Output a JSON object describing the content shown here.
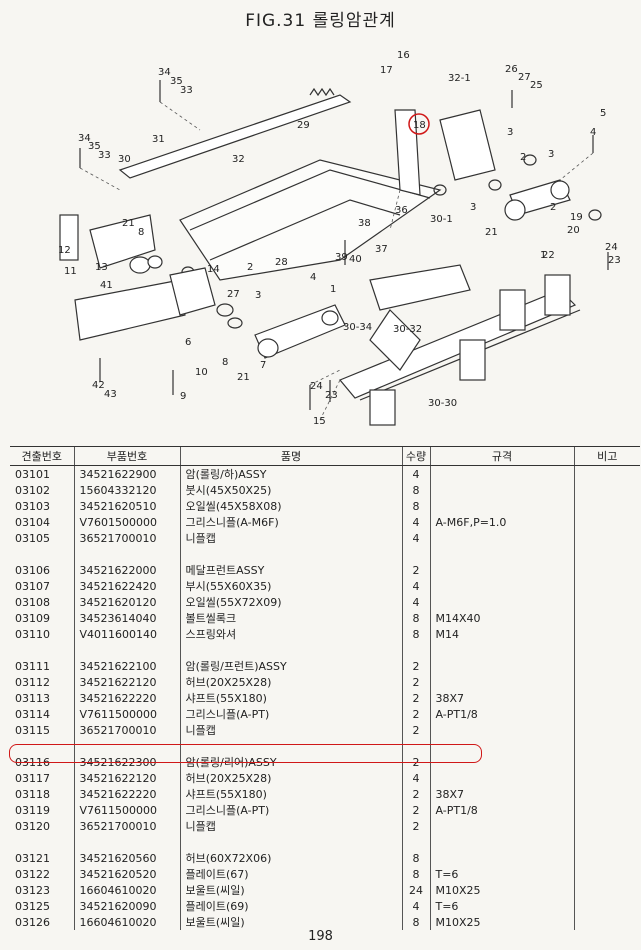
{
  "figure_title": "FIG.31 롤링암관계",
  "page_number": "198",
  "headers": [
    "견출번호",
    "부품번호",
    "품명",
    "수량",
    "규격",
    "비고"
  ],
  "rows": [
    {
      "no": "03101",
      "part": "34521622900",
      "name": "암(롤링/하)ASSY",
      "qty": "4",
      "spec": ""
    },
    {
      "no": "03102",
      "part": "15604332120",
      "name": "붓시(45X50X25)",
      "qty": "8",
      "spec": ""
    },
    {
      "no": "03103",
      "part": "34521620510",
      "name": "오일씰(45X58X08)",
      "qty": "8",
      "spec": ""
    },
    {
      "no": "03104",
      "part": "V7601500000",
      "name": "그리스니플(A-M6F)",
      "qty": "4",
      "spec": "A-M6F,P=1.0"
    },
    {
      "no": "03105",
      "part": "36521700010",
      "name": "니플캡",
      "qty": "4",
      "spec": ""
    },
    {
      "gap": true
    },
    {
      "no": "03106",
      "part": "34521622000",
      "name": "메달프런트ASSY",
      "qty": "2",
      "spec": ""
    },
    {
      "no": "03107",
      "part": "34521622420",
      "name": "부시(55X60X35)",
      "qty": "4",
      "spec": ""
    },
    {
      "no": "03108",
      "part": "34521620120",
      "name": "오일씰(55X72X09)",
      "qty": "4",
      "spec": ""
    },
    {
      "no": "03109",
      "part": "34523614040",
      "name": "볼트씰록크",
      "qty": "8",
      "spec": "M14X40"
    },
    {
      "no": "03110",
      "part": "V4011600140",
      "name": "스프링와셔",
      "qty": "8",
      "spec": "M14"
    },
    {
      "gap": true
    },
    {
      "no": "03111",
      "part": "34521622100",
      "name": "암(롤링/프런트)ASSY",
      "qty": "2",
      "spec": ""
    },
    {
      "no": "03112",
      "part": "34521622120",
      "name": "허브(20X25X28)",
      "qty": "2",
      "spec": ""
    },
    {
      "no": "03113",
      "part": "34521622220",
      "name": "샤프트(55X180)",
      "qty": "2",
      "spec": "38X7"
    },
    {
      "no": "03114",
      "part": "V7611500000",
      "name": "그리스니플(A-PT)",
      "qty": "2",
      "spec": "A-PT1/8"
    },
    {
      "no": "03115",
      "part": "36521700010",
      "name": "니플캡",
      "qty": "2",
      "spec": ""
    },
    {
      "gap": true
    },
    {
      "no": "03116",
      "part": "34521622300",
      "name": "암(롤링/리어)ASSY",
      "qty": "2",
      "spec": ""
    },
    {
      "no": "03117",
      "part": "34521622120",
      "name": "허브(20X25X28)",
      "qty": "4",
      "spec": ""
    },
    {
      "no": "03118",
      "part": "34521622220",
      "name": "샤프트(55X180)",
      "qty": "2",
      "spec": "38X7"
    },
    {
      "no": "03119",
      "part": "V7611500000",
      "name": "그리스니플(A-PT)",
      "qty": "2",
      "spec": "A-PT1/8"
    },
    {
      "no": "03120",
      "part": "36521700010",
      "name": "니플캡",
      "qty": "2",
      "spec": ""
    },
    {
      "gap": true
    },
    {
      "no": "03121",
      "part": "34521620560",
      "name": "허브(60X72X06)",
      "qty": "8",
      "spec": ""
    },
    {
      "no": "03122",
      "part": "34521620520",
      "name": "플레이트(67)",
      "qty": "8",
      "spec": "T=6"
    },
    {
      "no": "03123",
      "part": "16604610020",
      "name": "보울트(씨일)",
      "qty": "24",
      "spec": "M10X25"
    },
    {
      "no": "03125",
      "part": "34521620090",
      "name": "플레이트(69)",
      "qty": "4",
      "spec": "T=6"
    },
    {
      "no": "03126",
      "part": "16604610020",
      "name": "보울트(씨일)",
      "qty": "8",
      "spec": "M10X25"
    }
  ],
  "diagram_labels": [
    "34",
    "35",
    "33",
    "16",
    "17",
    "29",
    "32-1",
    "26",
    "27",
    "25",
    "5",
    "18",
    "34",
    "35",
    "33",
    "31",
    "30",
    "32",
    "3",
    "2",
    "3",
    "4",
    "12",
    "11",
    "13",
    "21",
    "8",
    "38",
    "39",
    "40",
    "37",
    "36",
    "30-1",
    "21",
    "3",
    "2",
    "1",
    "20",
    "19",
    "24",
    "23",
    "22",
    "41",
    "6",
    "14",
    "27",
    "2",
    "28",
    "3",
    "4",
    "1",
    "30-34",
    "30-32",
    "10",
    "9",
    "42",
    "43",
    "8",
    "21",
    "7",
    "24",
    "23",
    "15",
    "30-30"
  ],
  "highlight_callout": "18"
}
